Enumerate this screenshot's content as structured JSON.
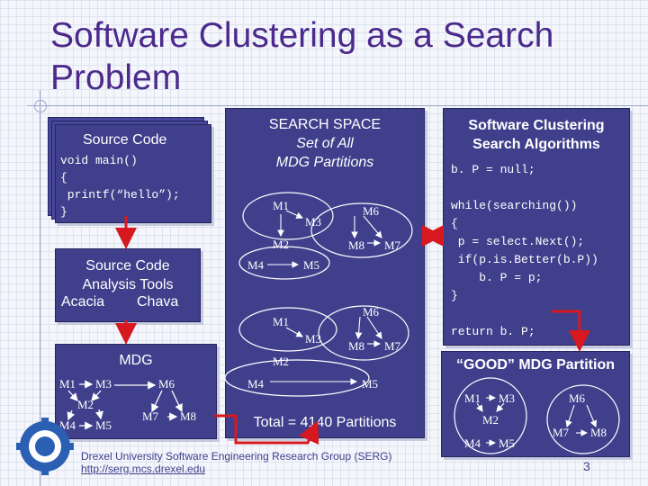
{
  "slide": {
    "title": "Software Clustering as a Search Problem",
    "page_number": "3"
  },
  "source_code": {
    "title": "Source Code",
    "code": "void main()\n{\n printf(“hello”);\n}"
  },
  "analysis_tools": {
    "title": "Source Code\nAnalysis Tools",
    "tools": [
      "Acacia",
      "Chava"
    ]
  },
  "mdg": {
    "label": "MDG",
    "nodes": [
      "M1",
      "M2",
      "M3",
      "M4",
      "M5",
      "M6",
      "M7",
      "M8"
    ]
  },
  "search_space": {
    "heading": "SEARCH SPACE",
    "subheading1": "Set of All",
    "subheading2": "MDG Partitions",
    "partition_a": [
      "M1",
      "M2",
      "M3",
      "M4",
      "M5",
      "M6",
      "M7",
      "M8"
    ],
    "partition_b": [
      "M1",
      "M2",
      "M3",
      "M4",
      "M5",
      "M6",
      "M7",
      "M8"
    ],
    "total": "Total = 4140 Partitions"
  },
  "algorithms": {
    "title": "Software Clustering\nSearch Algorithms",
    "code": "b. P = null;\n\nwhile(searching())\n{\n p = select.Next();\n if(p.is.Better(b.P))\n    b. P = p;\n}\n\nreturn b. P;"
  },
  "good_partition": {
    "title": "“GOOD” MDG Partition",
    "nodes": [
      "M1",
      "M2",
      "M3",
      "M4",
      "M5",
      "M6",
      "M7",
      "M8"
    ]
  },
  "footer": {
    "line1": "Drexel University Software Engineering Research Group (SERG)",
    "link_prefix": "http:",
    "link_rest": "//serg.mcs.drexel.edu"
  },
  "colors": {
    "title": "#4b2a8c",
    "panel": "#3f3f8c",
    "arrow": "#d8181f",
    "line": "#9aa6c8"
  }
}
